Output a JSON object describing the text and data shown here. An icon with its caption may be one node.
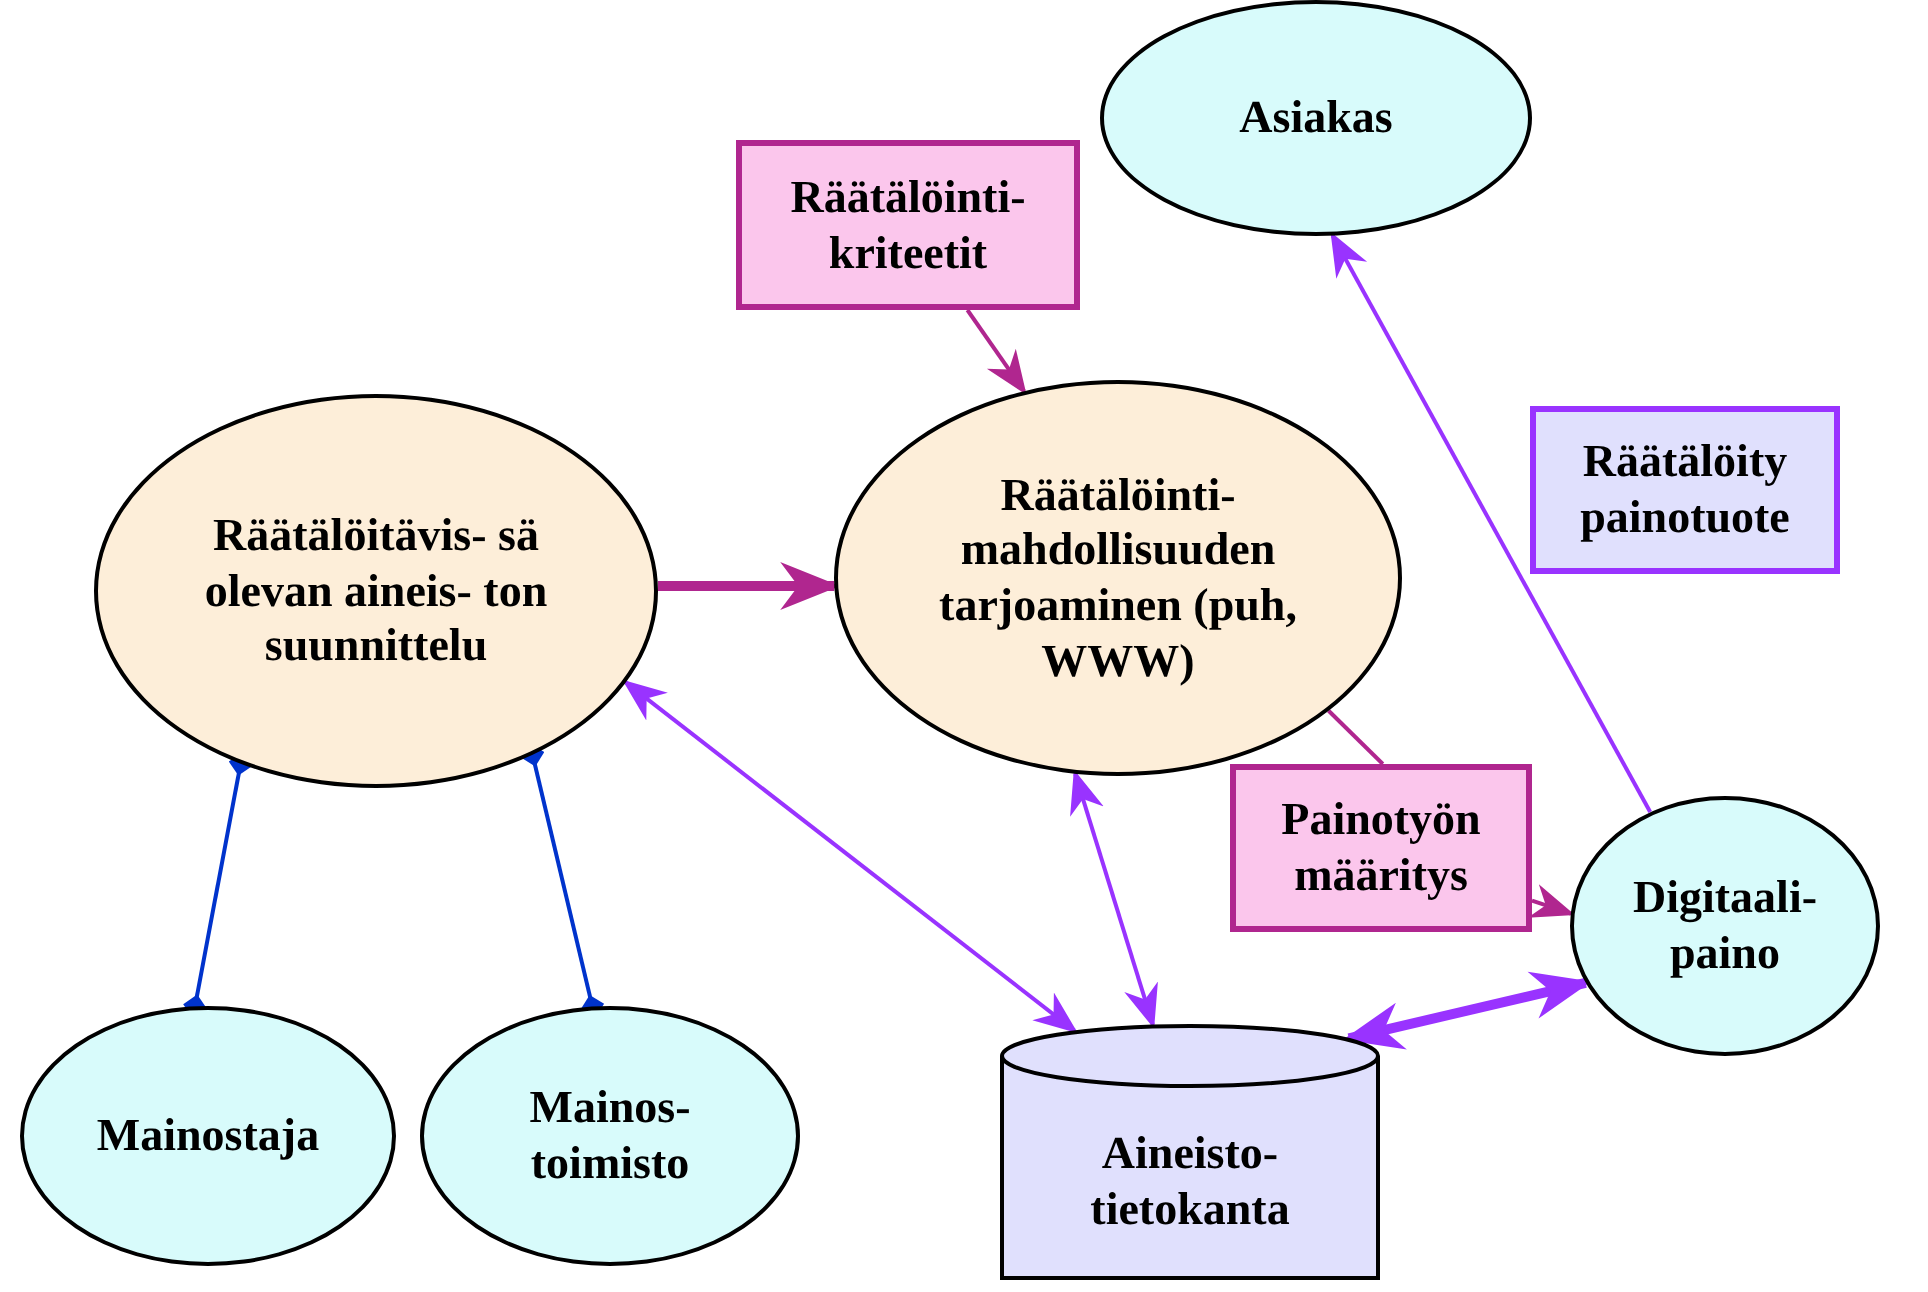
{
  "diagram": {
    "nodes": [
      {
        "text": [
          "Asiakas"
        ]
      },
      {
        "text": [
          "Räätälöinti- kriteetit"
        ]
      },
      {
        "text": [
          "Räätälöitävis- sä olevan aineis- ton suunnittelu"
        ]
      },
      {
        "text": [
          "Räätälöinti- mahdollisuuden tarjoaminen (puh, WWW)"
        ]
      },
      {
        "text": [
          "Räätälöity painotuote"
        ]
      },
      {
        "text": [
          "Painotyön määritys"
        ]
      },
      {
        "text": [
          "Digitaali- paino"
        ]
      },
      {
        "text": [
          "Mainostaja"
        ]
      },
      {
        "text": [
          "Mainos- toimisto"
        ]
      },
      {
        "text": [
          "Aineisto- tietokanta"
        ]
      }
    ],
    "edges": [
      {
        "from": 1,
        "to": 3,
        "arrow": "to",
        "color": "#b0268f"
      },
      {
        "from": 2,
        "to": 3,
        "arrow": "to",
        "style": "thick",
        "color": "#b0268f"
      },
      {
        "from": 3,
        "to": 5,
        "arrow": "none",
        "color": "#b0268f"
      },
      {
        "from": 5,
        "to": 6,
        "arrow": "to",
        "color": "#b0268f"
      },
      {
        "from": 6,
        "to": 0,
        "arrow": "to",
        "color": "#9933ff"
      },
      {
        "from": 2,
        "to": 9,
        "arrow": "both",
        "color": "#9933ff"
      },
      {
        "from": 3,
        "to": 9,
        "arrow": "both",
        "color": "#9933ff"
      },
      {
        "from": 9,
        "to": 6,
        "arrow": "both",
        "style": "thick",
        "color": "#9933ff"
      },
      {
        "from": 2,
        "to": 7,
        "arrow": "other",
        "color": "#0033cc"
      },
      {
        "from": 2,
        "to": 8,
        "arrow": "other",
        "color": "#0033cc"
      }
    ]
  }
}
